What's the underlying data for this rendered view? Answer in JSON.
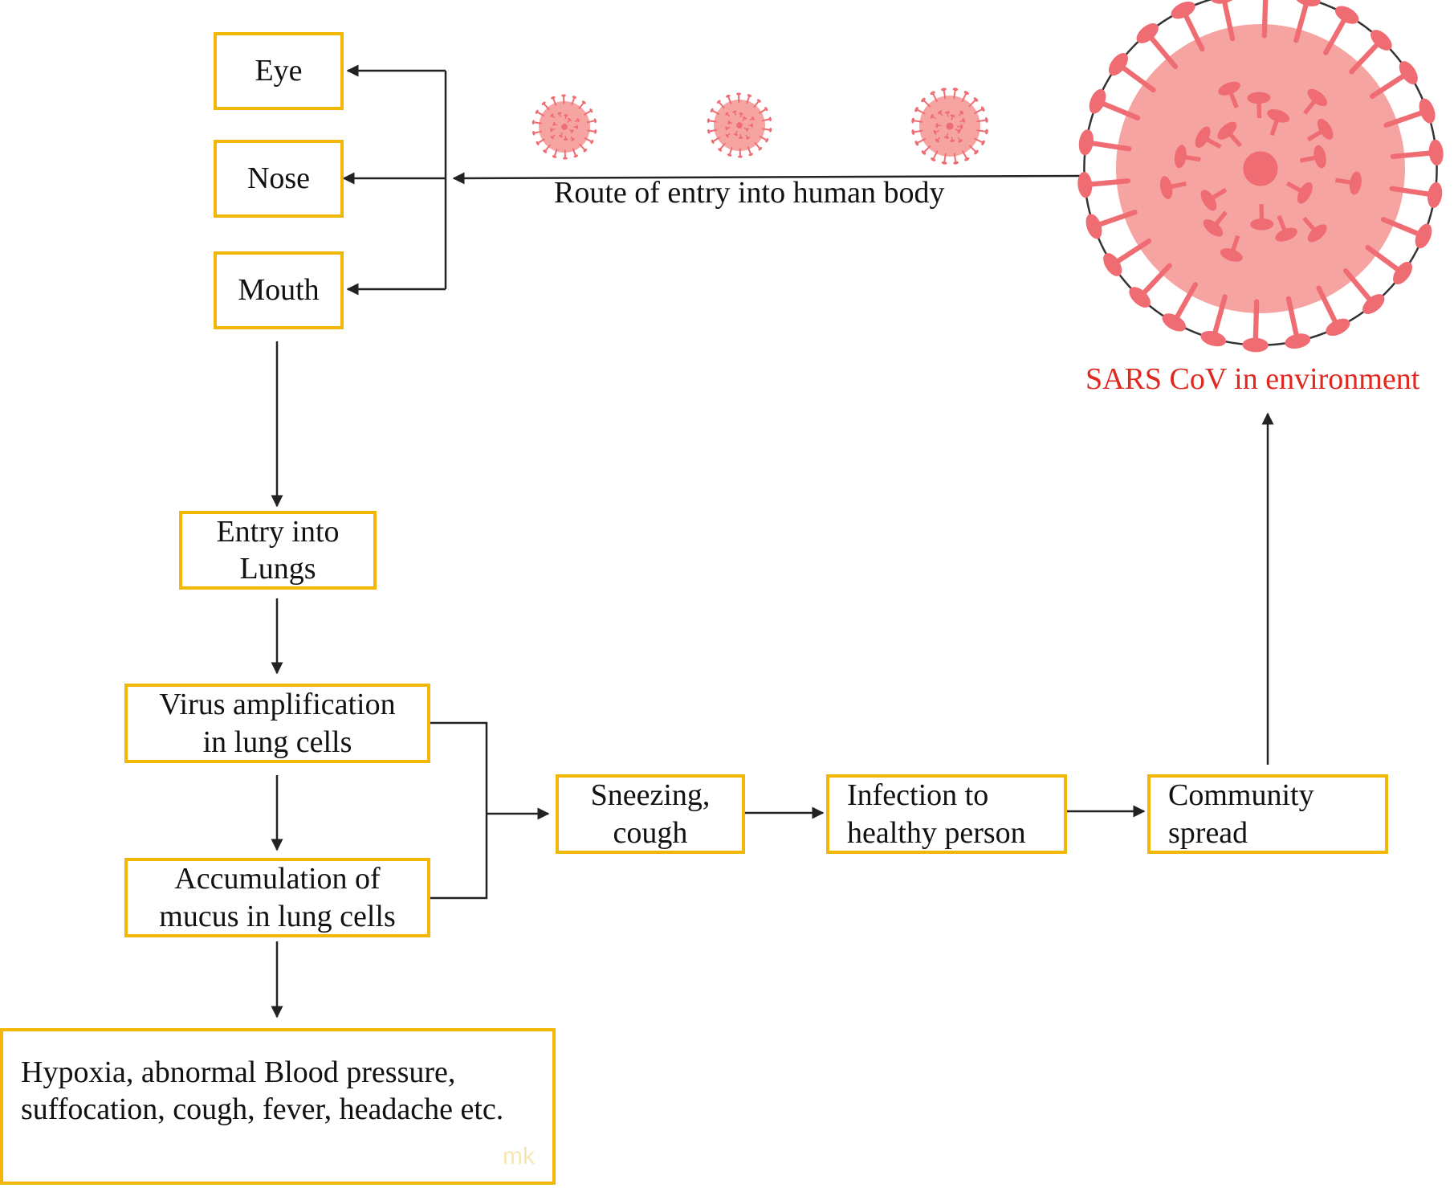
{
  "nodes": {
    "eye": "Eye",
    "nose": "Nose",
    "mouth": "Mouth",
    "entry_lungs": "Entry into\nLungs",
    "virus_amplification": "Virus amplification\nin lung cells",
    "mucus": "Accumulation of\nmucus in lung cells",
    "symptoms": "Hypoxia, abnormal Blood pressure,\nsuffocation, cough, fever, headache etc.",
    "sneezing": "Sneezing,\ncough",
    "infection": "Infection to\nhealthy person",
    "community": "Community\nspread"
  },
  "labels": {
    "route": "Route of entry into human body",
    "environment": "SARS CoV in environment",
    "watermark": "mk"
  },
  "colors": {
    "box_border": "#f2b705",
    "virus_body": "#f6a4a2",
    "virus_spike": "#ef6c73",
    "environment_text": "#e0281f",
    "arrow": "#222222"
  }
}
